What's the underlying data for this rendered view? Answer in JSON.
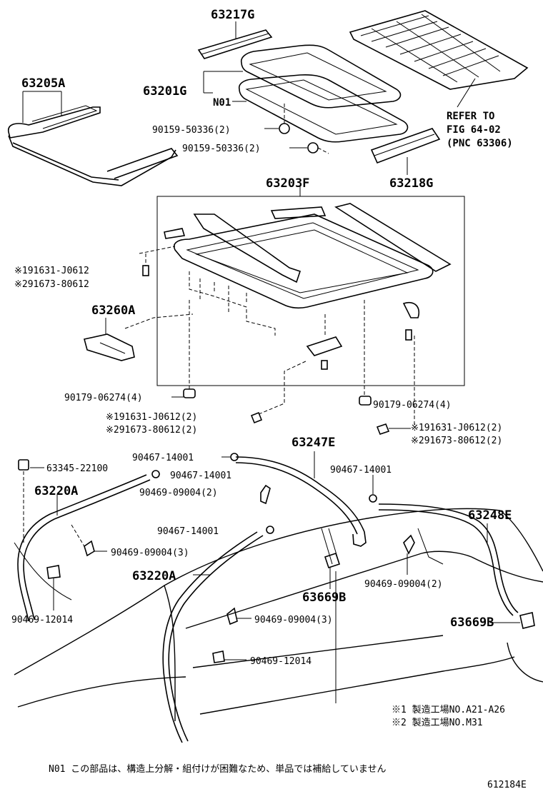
{
  "labels": {
    "p63217G": "63217G",
    "p63205A": "63205A",
    "p63201G": "63201G",
    "n01": "N01",
    "bolt1": "90159-50336(2)",
    "bolt2": "90159-50336(2)",
    "refer1": "REFER TO",
    "refer2": "FIG 64-02",
    "refer3": "(PNC 63306)",
    "p63218G": "63218G",
    "p63203F": "63203F",
    "scr1a": "※191631-J0612",
    "scr1b": "※291673-80612",
    "p63260A": "63260A",
    "nut1": "90179-06274(4)",
    "nut2": "90179-06274(4)",
    "scr2a": "※191631-J0612(2)",
    "scr2b": "※291673-80612(2)",
    "scr3a": "※191631-J0612(2)",
    "scr3b": "※291673-80612(2)",
    "p63247E": "63247E",
    "c1": "90467-14001",
    "c2": "90467-14001",
    "c3": "90467-14001",
    "c4": "90467-14001",
    "p63345": "63345-22100",
    "p63220A_1": "63220A",
    "p63220A_2": "63220A",
    "cl1": "90469-09004(2)",
    "cl2": "90469-09004(3)",
    "cl3": "90469-09004(2)",
    "cl4": "90469-09004(3)",
    "p63248E": "63248E",
    "p63669B_1": "63669B",
    "p63669B_2": "63669B",
    "g1": "90469-12014",
    "g2": "90469-12014",
    "note1": "※1 製造工場NO.A21-A26",
    "note2": "※2 製造工場NO.M31",
    "footnote": "N01 この部品は、構造上分解・組付けが困難なため、単品では補給していません",
    "figcode": "612184E"
  }
}
